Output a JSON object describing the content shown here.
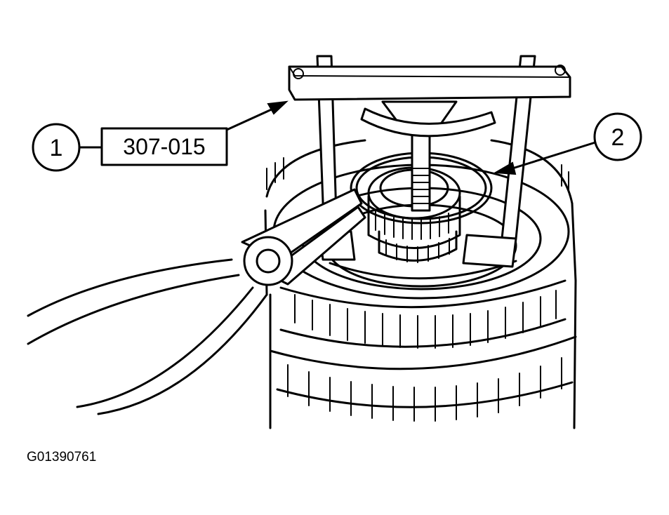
{
  "callouts": [
    {
      "number": "1",
      "part_number": "307-015"
    },
    {
      "number": "2"
    }
  ],
  "figure_id": "G01390761",
  "colors": {
    "line": "#000000",
    "background": "#ffffff"
  }
}
